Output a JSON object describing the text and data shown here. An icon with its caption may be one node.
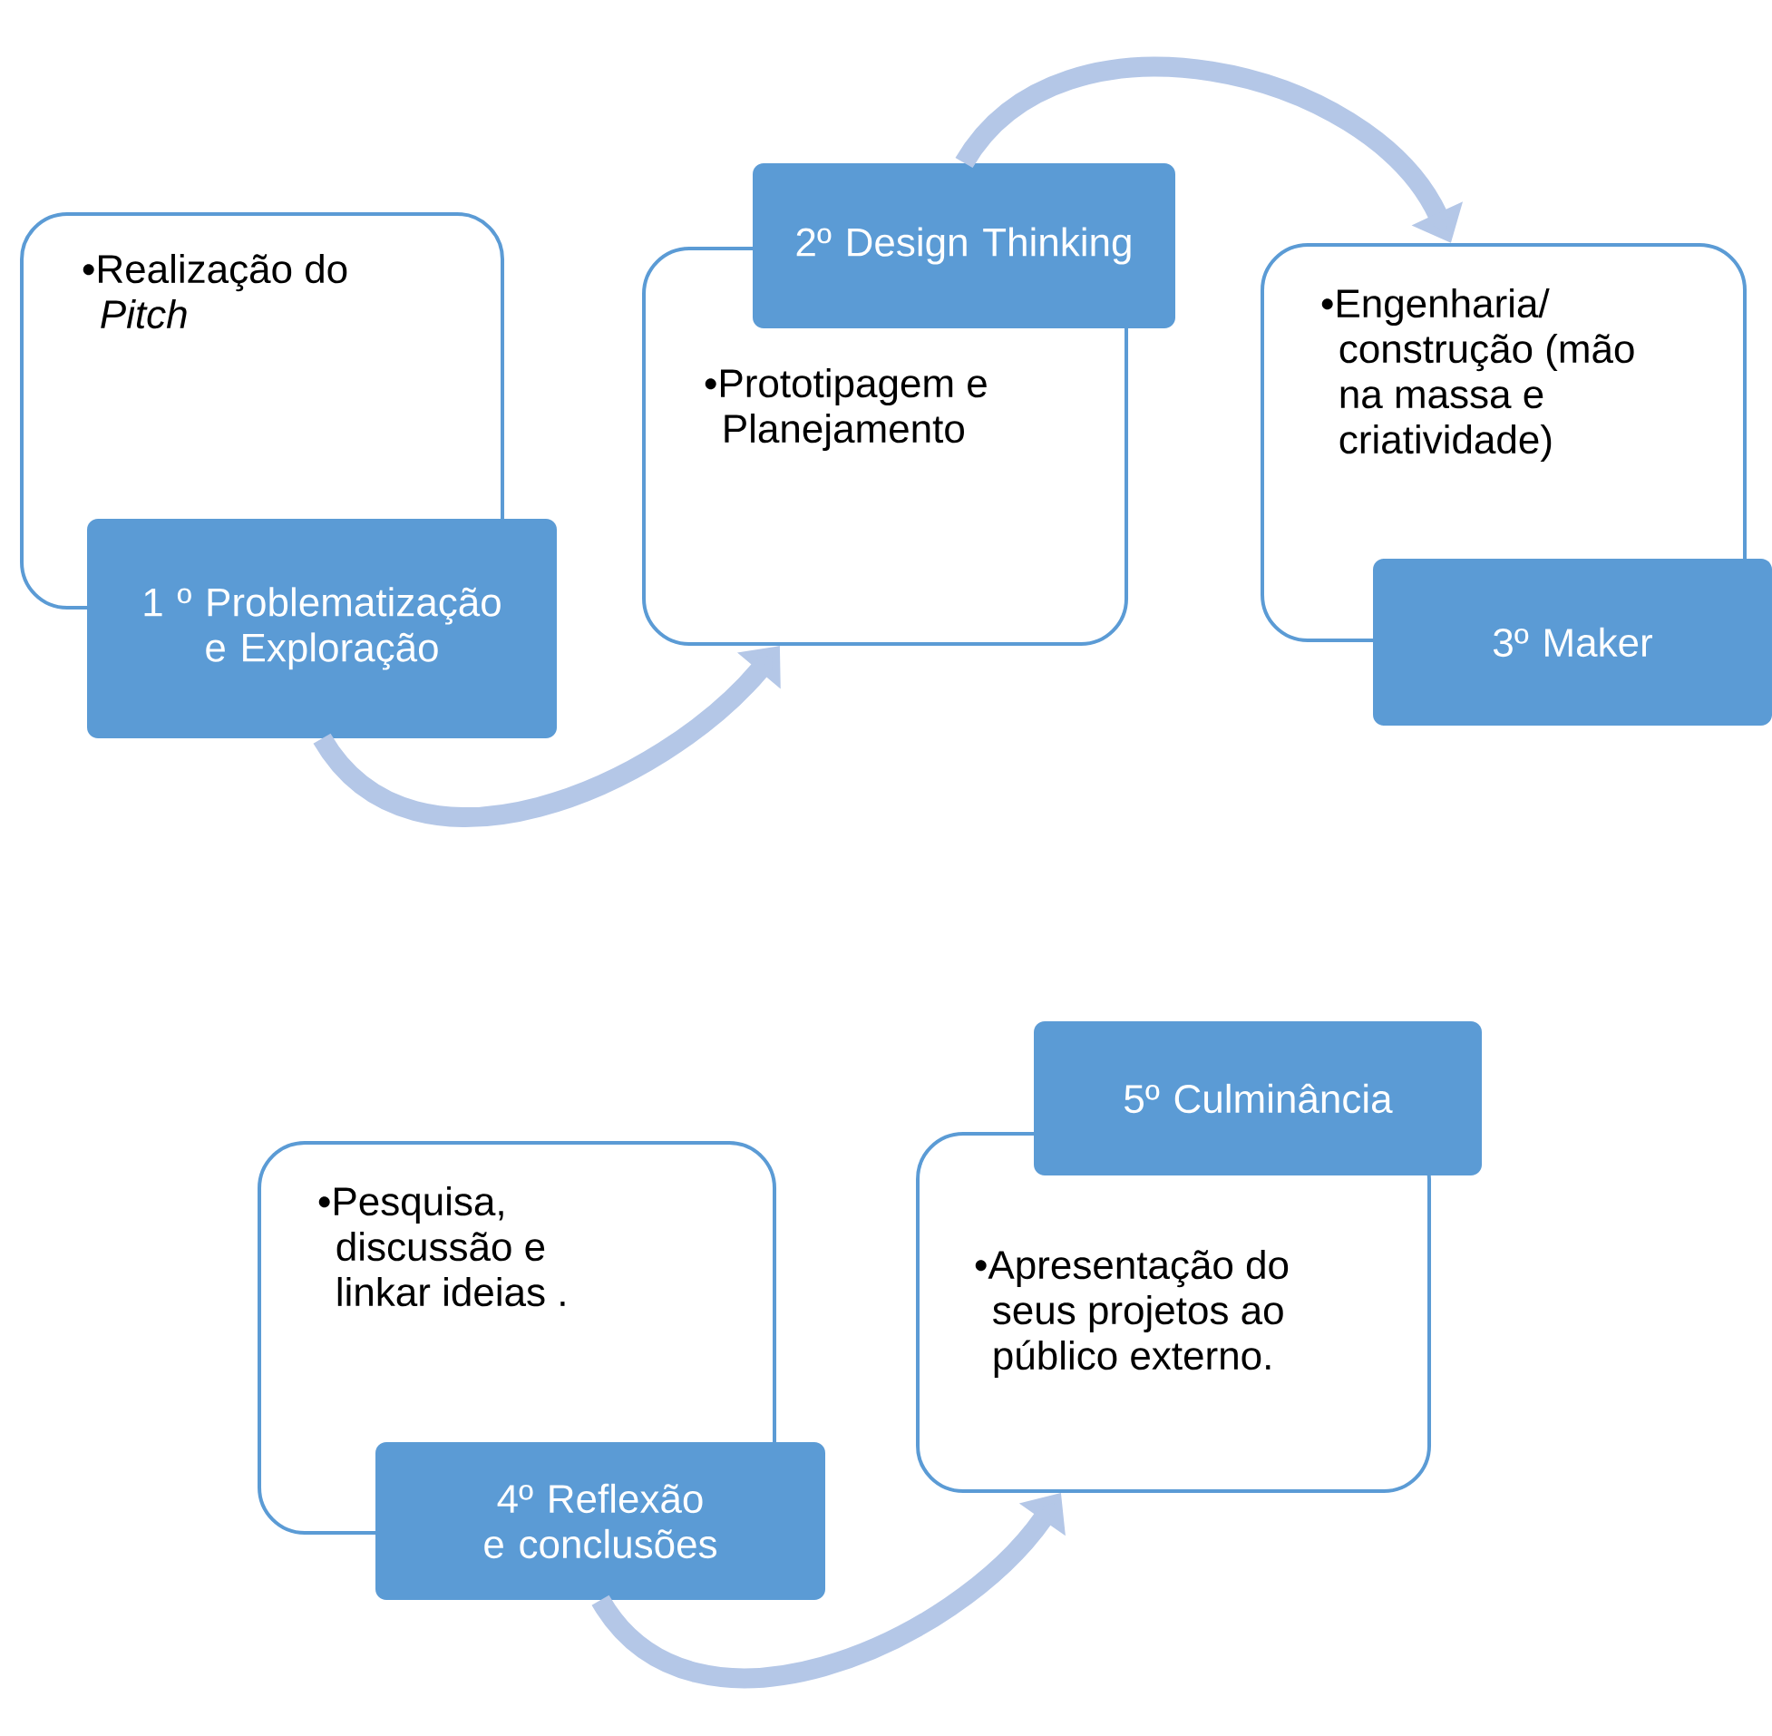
{
  "diagram": {
    "nodes": [
      {
        "text": [
          "•Realização do *Pitch*"
        ]
      },
      {
        "text": [
          "1 º Problematização e Exploração"
        ]
      },
      {
        "text": [
          "2º Design Thinking"
        ]
      },
      {
        "text": [
          "•Prototipagem e Planejamento"
        ]
      },
      {
        "text": [
          "•Engenharia/ construção (mão na massa e criatividade)"
        ]
      },
      {
        "text": [
          "3º Maker"
        ]
      },
      {
        "text": [
          "•Pesquisa, discussão e linkar ideias ."
        ]
      },
      {
        "text": [
          "4º Reflexão e conclusões"
        ]
      },
      {
        "text": [
          "5º Culminância"
        ]
      },
      {
        "text": [
          "•Apresentação do seus projetos ao público externo."
        ]
      }
    ],
    "edges": [
      {
        "from": 1,
        "to": 3,
        "arrow": "to"
      },
      {
        "from": 2,
        "to": 4,
        "arrow": "to"
      },
      {
        "from": 7,
        "to": 9,
        "arrow": "to"
      }
    ]
  }
}
